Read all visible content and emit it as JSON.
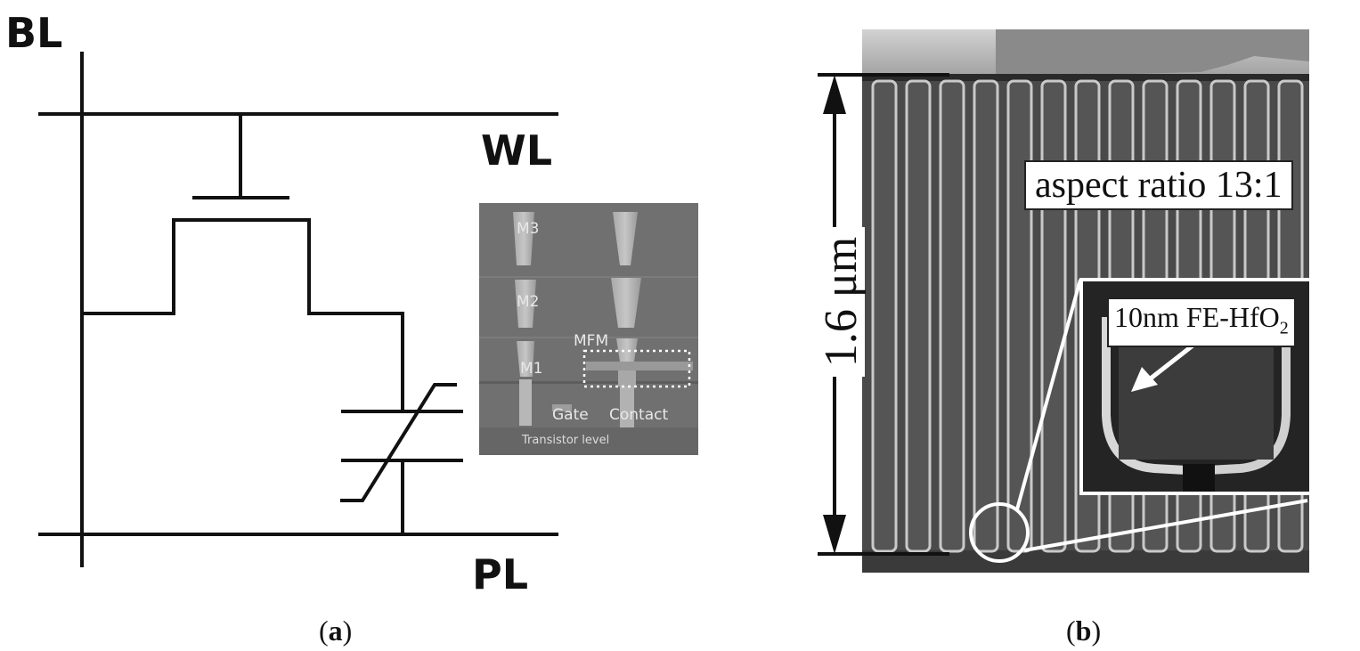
{
  "panel_a": {
    "labels": {
      "bl": "BL",
      "wl": "WL",
      "pl": "PL"
    },
    "inset": {
      "m3": "M3",
      "m2": "M2",
      "m1": "M1",
      "mfm": "MFM",
      "gate": "Gate",
      "contact": "Contact",
      "transistor_level": "Transistor level"
    },
    "caption": {
      "open": "(",
      "letter": "a",
      "close": ")"
    }
  },
  "panel_b": {
    "height_label": "1.6 μm",
    "aspect_label": "aspect ratio 13:1",
    "film_label_main": "10nm FE-HfO",
    "film_label_sub": "2",
    "caption": {
      "open": "(",
      "letter": "b",
      "close": ")"
    }
  }
}
